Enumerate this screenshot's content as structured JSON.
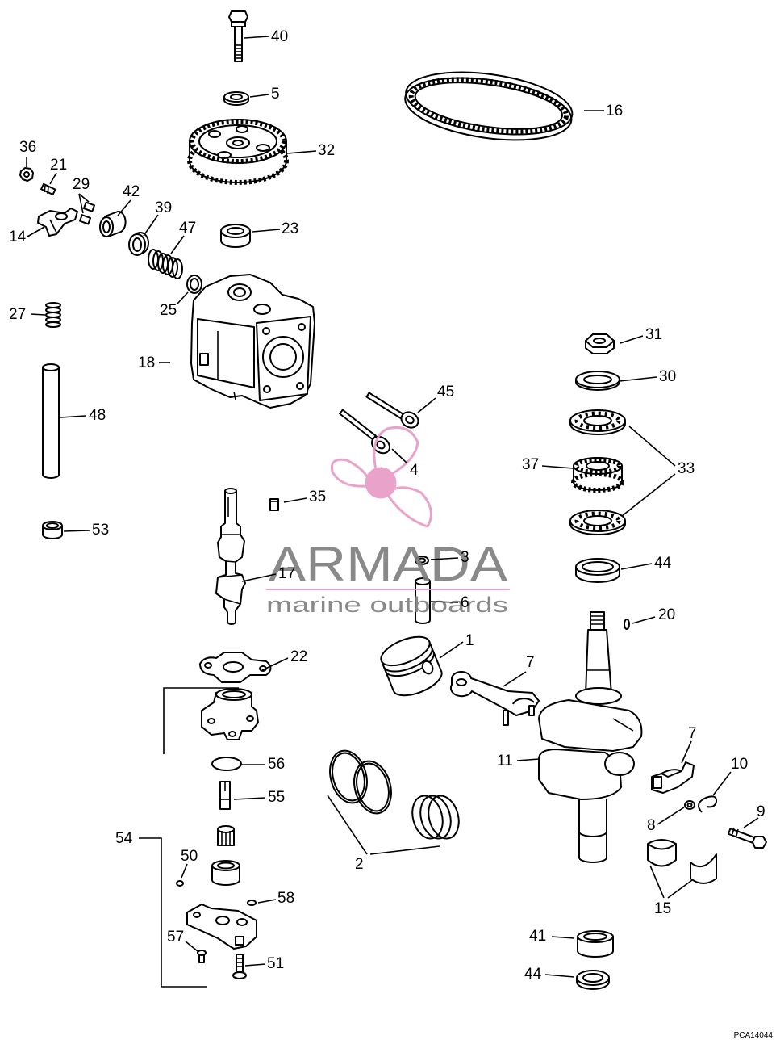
{
  "callouts": [
    "40",
    "5",
    "16",
    "32",
    "36",
    "21",
    "29",
    "42",
    "39",
    "47",
    "14",
    "23",
    "25",
    "27",
    "18",
    "48",
    "45",
    "4",
    "31",
    "30",
    "33",
    "37",
    "35",
    "53",
    "3",
    "17",
    "44",
    "6",
    "20",
    "1",
    "22",
    "7",
    "7",
    "56",
    "11",
    "10",
    "9",
    "55",
    "8",
    "2",
    "54",
    "50",
    "15",
    "58",
    "41",
    "57",
    "51",
    "44"
  ],
  "watermark": {
    "name": "ARMADA",
    "tagline": "marine outboards"
  },
  "figure_code": "PCA14044"
}
